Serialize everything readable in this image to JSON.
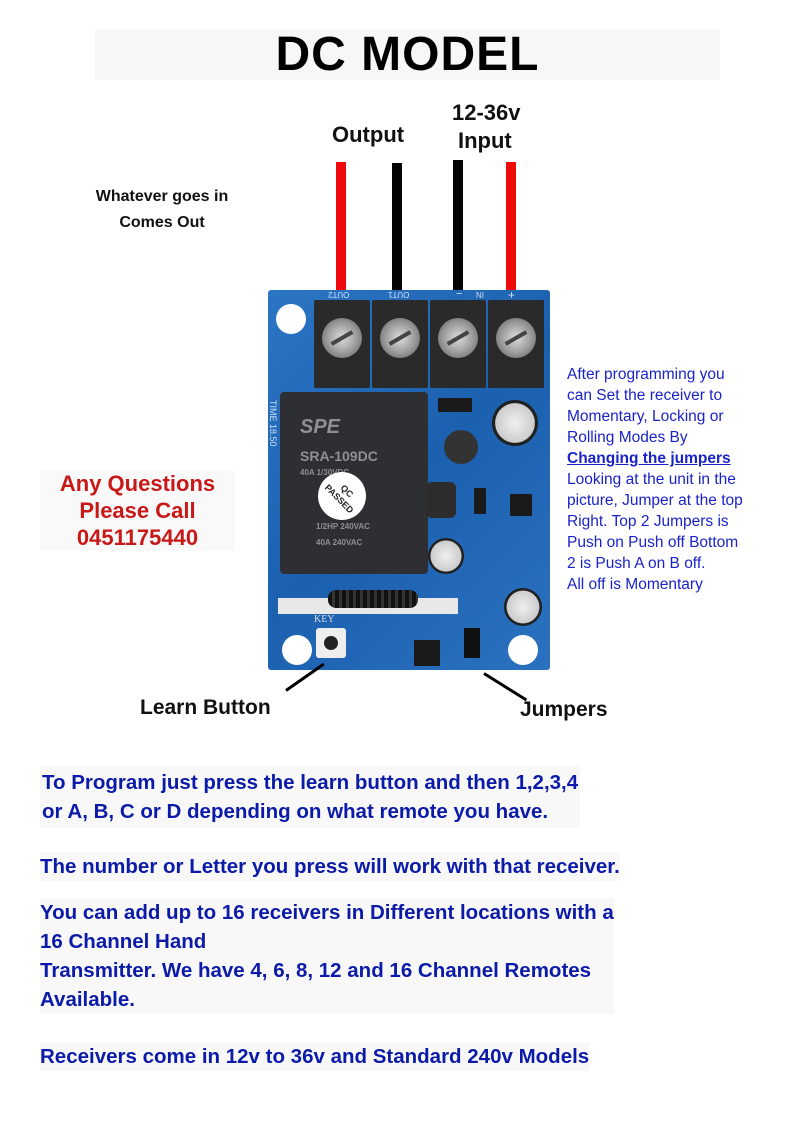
{
  "header": {
    "title": "DC MODEL"
  },
  "wire_labels": {
    "output": "Output",
    "input_voltage": "12-36v",
    "input": "Input"
  },
  "wires": [
    {
      "name": "output-positive",
      "color": "#ee0a0a"
    },
    {
      "name": "output-negative",
      "color": "#050505"
    },
    {
      "name": "input-negative",
      "color": "#050505"
    },
    {
      "name": "input-positive",
      "color": "#ee0a0a"
    }
  ],
  "note_left": {
    "line1": "Whatever goes in",
    "line2": "Comes Out"
  },
  "board": {
    "terminal_labels": [
      "OUT2",
      "OUT1",
      "−",
      "IN",
      "+"
    ],
    "relay_brand": "SPE",
    "relay_model": "SRA-109DC",
    "relay_spec1": "40A 1/30VDC",
    "relay_spec2": "1/2HP 240VAC",
    "relay_spec3": "40A 240VAC",
    "qc_sticker": "QC PASSED",
    "key_label": "KEY",
    "side_print": "TIME 18.50"
  },
  "contact": {
    "line1": "Any Questions",
    "line2": "Please Call",
    "phone": "0451175440"
  },
  "jumper_note": {
    "line1": "After programming you",
    "line2": "can Set the receiver to",
    "line3": "Momentary, Locking or",
    "line4": "Rolling Modes By",
    "heading": "Changing the jumpers",
    "line5": "Looking at the unit in the",
    "line6": "picture, Jumper at the top",
    "line7": "Right. Top 2 Jumpers is",
    "line8": "Push on Push off Bottom",
    "line9": "2 is Push A on B off.",
    "line10": "All off is Momentary"
  },
  "callouts": {
    "learn_button": "Learn Button",
    "jumpers": "Jumpers"
  },
  "instructions": {
    "program_line1": "To Program just press the learn button and then 1,2,3,4",
    "program_line2": "or A, B, C or D depending on what remote you have.",
    "letter_line": "The number or Letter you press will work with that receiver.",
    "receivers_line1": "You can add up to 16 receivers in Different locations with a",
    "receivers_line2": "16 Channel Hand",
    "receivers_line3": "Transmitter. We have 4, 6, 8, 12 and 16 Channel Remotes",
    "receivers_line4": "Available.",
    "models_line": "Receivers come in 12v to 36v and Standard 240v Models"
  },
  "colors": {
    "title": "#000000",
    "contact": "#c81818",
    "note": "#1a23c8",
    "instructions": "#0b1aa8",
    "pcb": "#1f66b6"
  }
}
